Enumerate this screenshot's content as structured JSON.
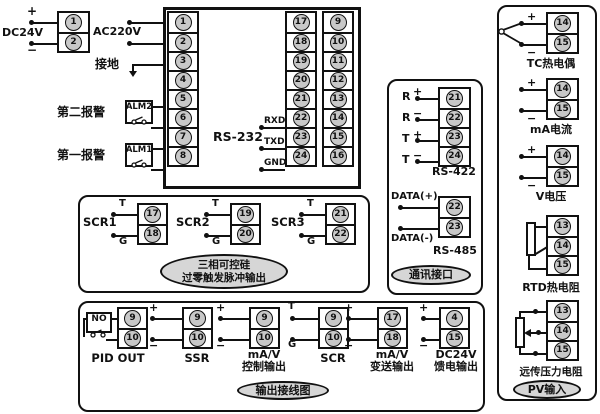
{
  "colors": {
    "terminal_fill": "#c8c8c8",
    "badge_fill": "#d6d6d6",
    "line": "#111111"
  },
  "power": {
    "dc24v_label": "DC24V",
    "plus": "+",
    "minus": "−",
    "dc_terminals": [
      "1",
      "2"
    ],
    "ac220v_label": "AC220V",
    "ground_label": "接地",
    "alarm2_label": "第二报警",
    "alm2_box": "ALM2",
    "alarm1_label": "第一报警",
    "alm1_box": "ALM1"
  },
  "main_block": {
    "left_terminals": [
      "1",
      "2",
      "3",
      "4",
      "5",
      "6",
      "7",
      "8"
    ],
    "mid_terminals": [
      "17",
      "18",
      "19",
      "20",
      "21",
      "22",
      "23",
      "24"
    ],
    "right_terminals": [
      "9",
      "10",
      "11",
      "12",
      "13",
      "14",
      "15",
      "16"
    ],
    "rs232_label": "RS-232",
    "pin_rxd": "RXD",
    "pin_txd": "TXD",
    "pin_gnd": "GND"
  },
  "comm": {
    "rs422_rows": [
      {
        "label": "R",
        "sign": "+"
      },
      {
        "label": "R",
        "sign": "−"
      },
      {
        "label": "T",
        "sign": "+"
      },
      {
        "label": "T",
        "sign": "−"
      }
    ],
    "rs422_terminals": [
      "21",
      "22",
      "23",
      "24"
    ],
    "rs422_title": "RS-422",
    "data_plus": "DATA(+)",
    "data_minus": "DATA(-)",
    "rs485_terminals": [
      "22",
      "23"
    ],
    "rs485_title": "RS-485",
    "badge": "通讯接口"
  },
  "scr": {
    "t_label": "T",
    "g_label": "G",
    "units": [
      {
        "name": "SCR1",
        "terminals": [
          "17",
          "18"
        ]
      },
      {
        "name": "SCR2",
        "terminals": [
          "19",
          "20"
        ]
      },
      {
        "name": "SCR3",
        "terminals": [
          "21",
          "22"
        ]
      }
    ],
    "badge_line1": "三相可控硅",
    "badge_line2": "过零触发脉冲输出"
  },
  "output": {
    "groups": [
      {
        "name": "PID OUT",
        "box": "NO",
        "terminals": [
          "9",
          "10"
        ]
      },
      {
        "name": "SSR",
        "sign_top": "+",
        "sign_bottom": "−",
        "terminals": [
          "9",
          "10"
        ]
      },
      {
        "name": "mA/V",
        "name2": "控制输出",
        "sign_top": "+",
        "sign_bottom": "−",
        "terminals": [
          "9",
          "10"
        ]
      },
      {
        "name": "SCR",
        "sign_top": "T",
        "sign_bottom": "G",
        "terminals": [
          "9",
          "10"
        ]
      },
      {
        "name": "mA/V",
        "name2": "变送输出",
        "sign_top": "+",
        "sign_bottom": "−",
        "terminals": [
          "17",
          "18"
        ]
      },
      {
        "name": "DC24V",
        "name2": "馈电输出",
        "sign_top": "+",
        "sign_bottom": "−",
        "terminals": [
          "4",
          "15"
        ]
      }
    ],
    "badge": "输出接线图"
  },
  "pv": {
    "groups": [
      {
        "name": "TC热电偶",
        "sign_top": "+",
        "sign_bottom": "−",
        "terminals": [
          "14",
          "15"
        ]
      },
      {
        "name": "mA电流",
        "sign_top": "+",
        "sign_bottom": "−",
        "terminals": [
          "14",
          "15"
        ]
      },
      {
        "name": "V电压",
        "sign_top": "+",
        "sign_bottom": "−",
        "terminals": [
          "14",
          "15"
        ]
      },
      {
        "name": "RTD热电阻",
        "terminals": [
          "13",
          "14",
          "15"
        ]
      },
      {
        "name": "远传压力电阻",
        "terminals": [
          "13",
          "14",
          "15"
        ]
      }
    ],
    "badge": "PV输入"
  }
}
